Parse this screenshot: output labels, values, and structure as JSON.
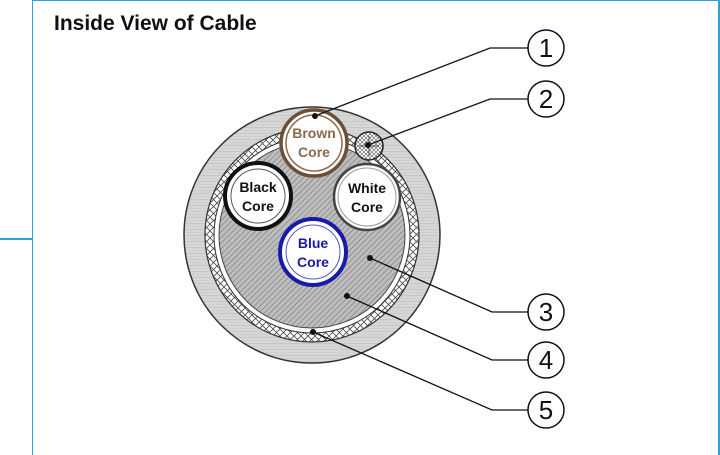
{
  "title": "Inside View of Cable",
  "cores": {
    "brown": {
      "line1": "Brown",
      "line2": "Core",
      "color": "#8b6a4a"
    },
    "black": {
      "line1": "Black",
      "line2": "Core",
      "color": "#111111"
    },
    "white": {
      "line1": "White",
      "line2": "Core",
      "color": "#111111"
    },
    "blue": {
      "line1": "Blue",
      "line2": "Core",
      "color": "#1a1aa8"
    }
  },
  "callouts": [
    "1",
    "2",
    "3",
    "4",
    "5"
  ],
  "colors": {
    "frame": "#2ba3d6",
    "sheath": "#d2d2d2",
    "braid": "#ffffff",
    "filler": "#b4b4b4"
  }
}
